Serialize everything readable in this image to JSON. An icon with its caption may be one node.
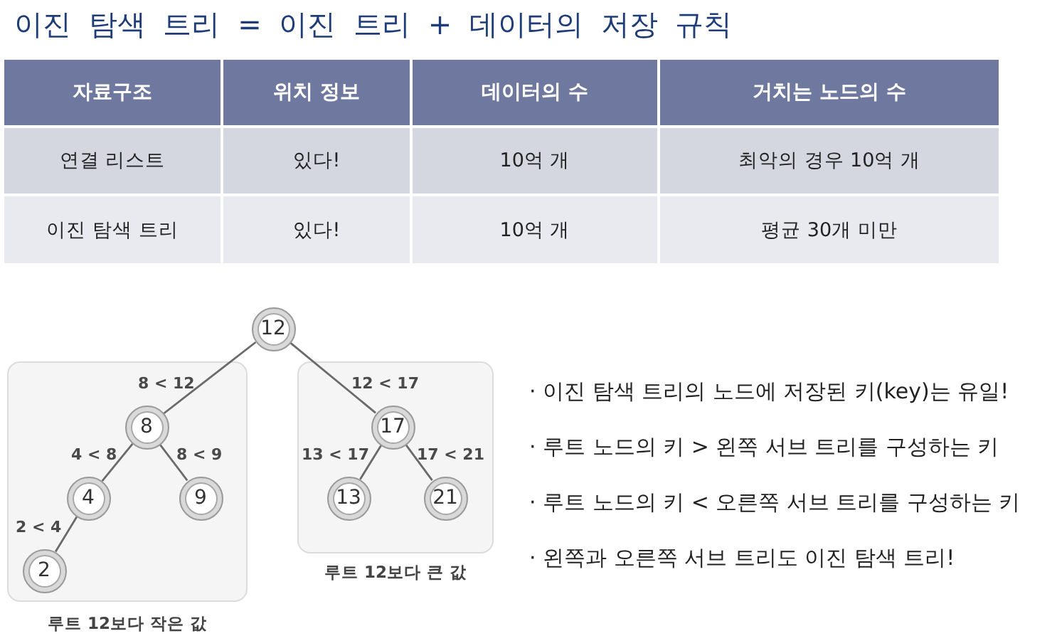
{
  "diagram": {
    "title": "이진 탐색 트리 = 이진 트리 + 데이터의 저장 규칙",
    "nodes": [
      {
        "text": [
          "12"
        ]
      },
      {
        "text": [
          "루트 12보다 작은 값"
        ]
      },
      {
        "text": [
          "8"
        ],
        "in": 1
      },
      {
        "text": [
          "4"
        ],
        "in": 1
      },
      {
        "text": [
          "9"
        ],
        "in": 1
      },
      {
        "text": [
          "2"
        ],
        "in": 1
      },
      {
        "text": [
          "루트 12보다 큰 값"
        ]
      },
      {
        "text": [
          "17"
        ],
        "in": 6
      },
      {
        "text": [
          "13"
        ],
        "in": 6
      },
      {
        "text": [
          "21"
        ],
        "in": 6
      }
    ],
    "edges": [
      {
        "from": 0,
        "to": 2,
        "arrow": "none",
        "label": "8 < 12"
      },
      {
        "from": 0,
        "to": 7,
        "arrow": "none",
        "label": "12 < 17"
      },
      {
        "from": 2,
        "to": 3,
        "arrow": "none",
        "label": "4 < 8"
      },
      {
        "from": 2,
        "to": 4,
        "arrow": "none",
        "label": "8 < 9"
      },
      {
        "from": 3,
        "to": 5,
        "arrow": "none",
        "label": "2 < 4"
      },
      {
        "from": 7,
        "to": 8,
        "arrow": "none",
        "label": "13 < 17"
      },
      {
        "from": 7,
        "to": 9,
        "arrow": "none",
        "label": "17 < 21"
      }
    ],
    "labels": [
      "자료구조",
      "위치 정보",
      "데이터의 수",
      "거치는 노드의 수",
      "연결 리스트",
      "있다!",
      "10억 개",
      "최악의 경우 10억 개",
      "이진 탐색 트리",
      "있다!",
      "10억 개",
      "평균 30개 미만",
      "· 이진 탐색 트리의 노드에 저장된 키(key)는 유일!",
      "· 루트 노드의 키 > 왼쪽 서브 트리를 구성하는 키",
      "· 루트 노드의 키 < 오른쪽 서브 트리를 구성하는 키",
      "· 왼쪽과 오른쪽 서브 트리도 이진 탐색 트리!"
    ]
  }
}
